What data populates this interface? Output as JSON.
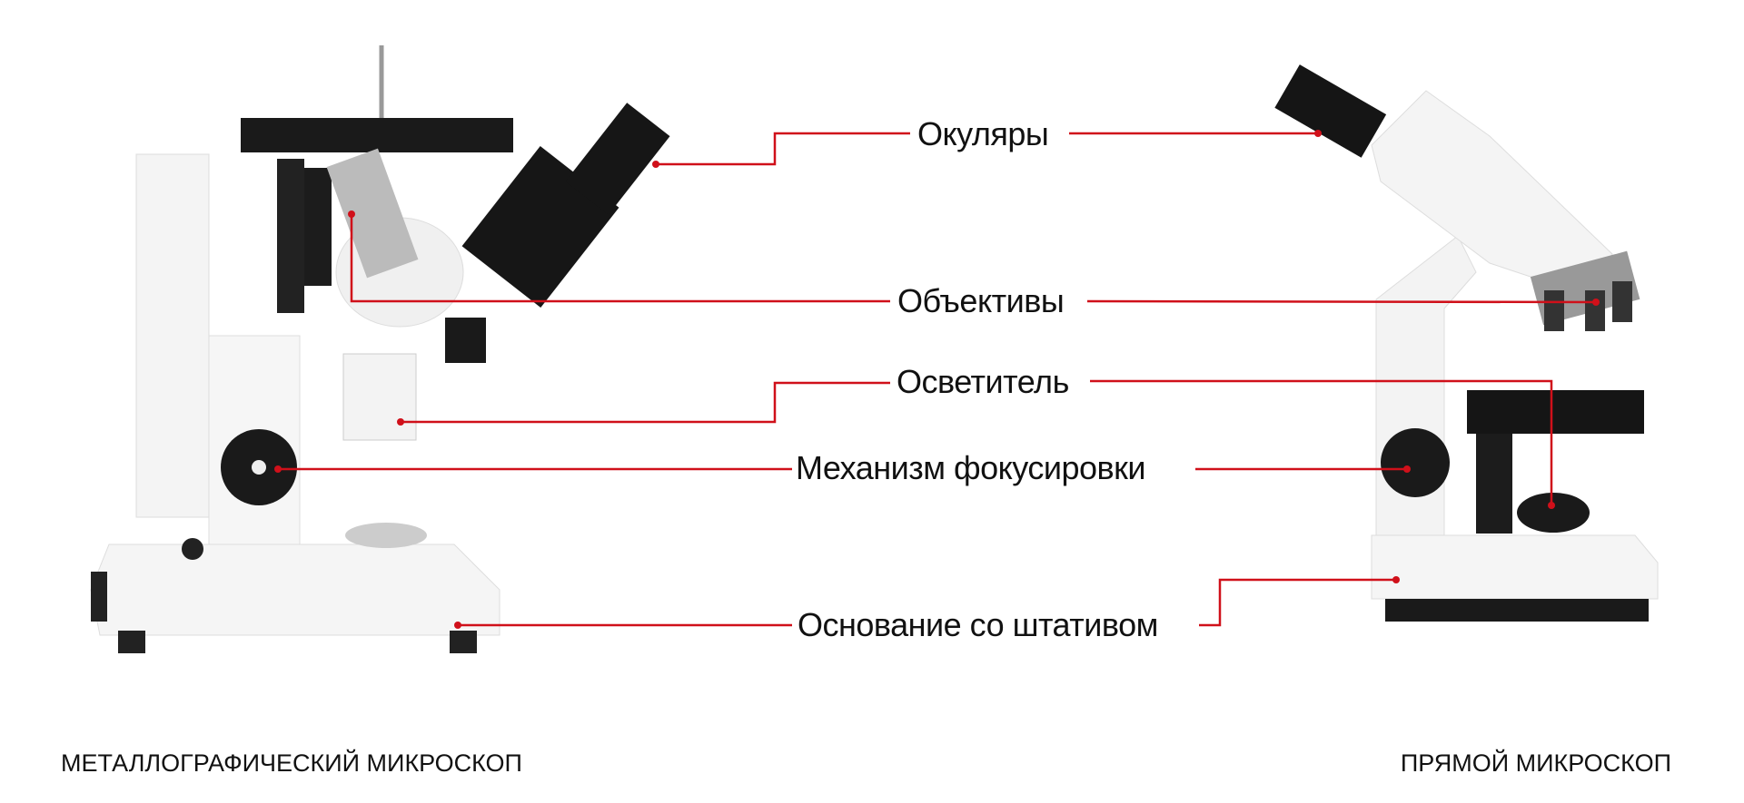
{
  "labels": {
    "eyepieces": "Окуляры",
    "objectives": "Объективы",
    "illuminator": "Осветитель",
    "focus": "Механизм фокусировки",
    "base": "Основание со штативом"
  },
  "captions": {
    "left": "МЕТАЛЛОГРАФИЧЕСКИЙ МИКРОСКОП",
    "right": "ПРЯМОЙ МИКРОСКОП"
  },
  "colors": {
    "leader": "#d0101a",
    "body": "#f2f2f2",
    "dark": "#1a1a1a"
  }
}
